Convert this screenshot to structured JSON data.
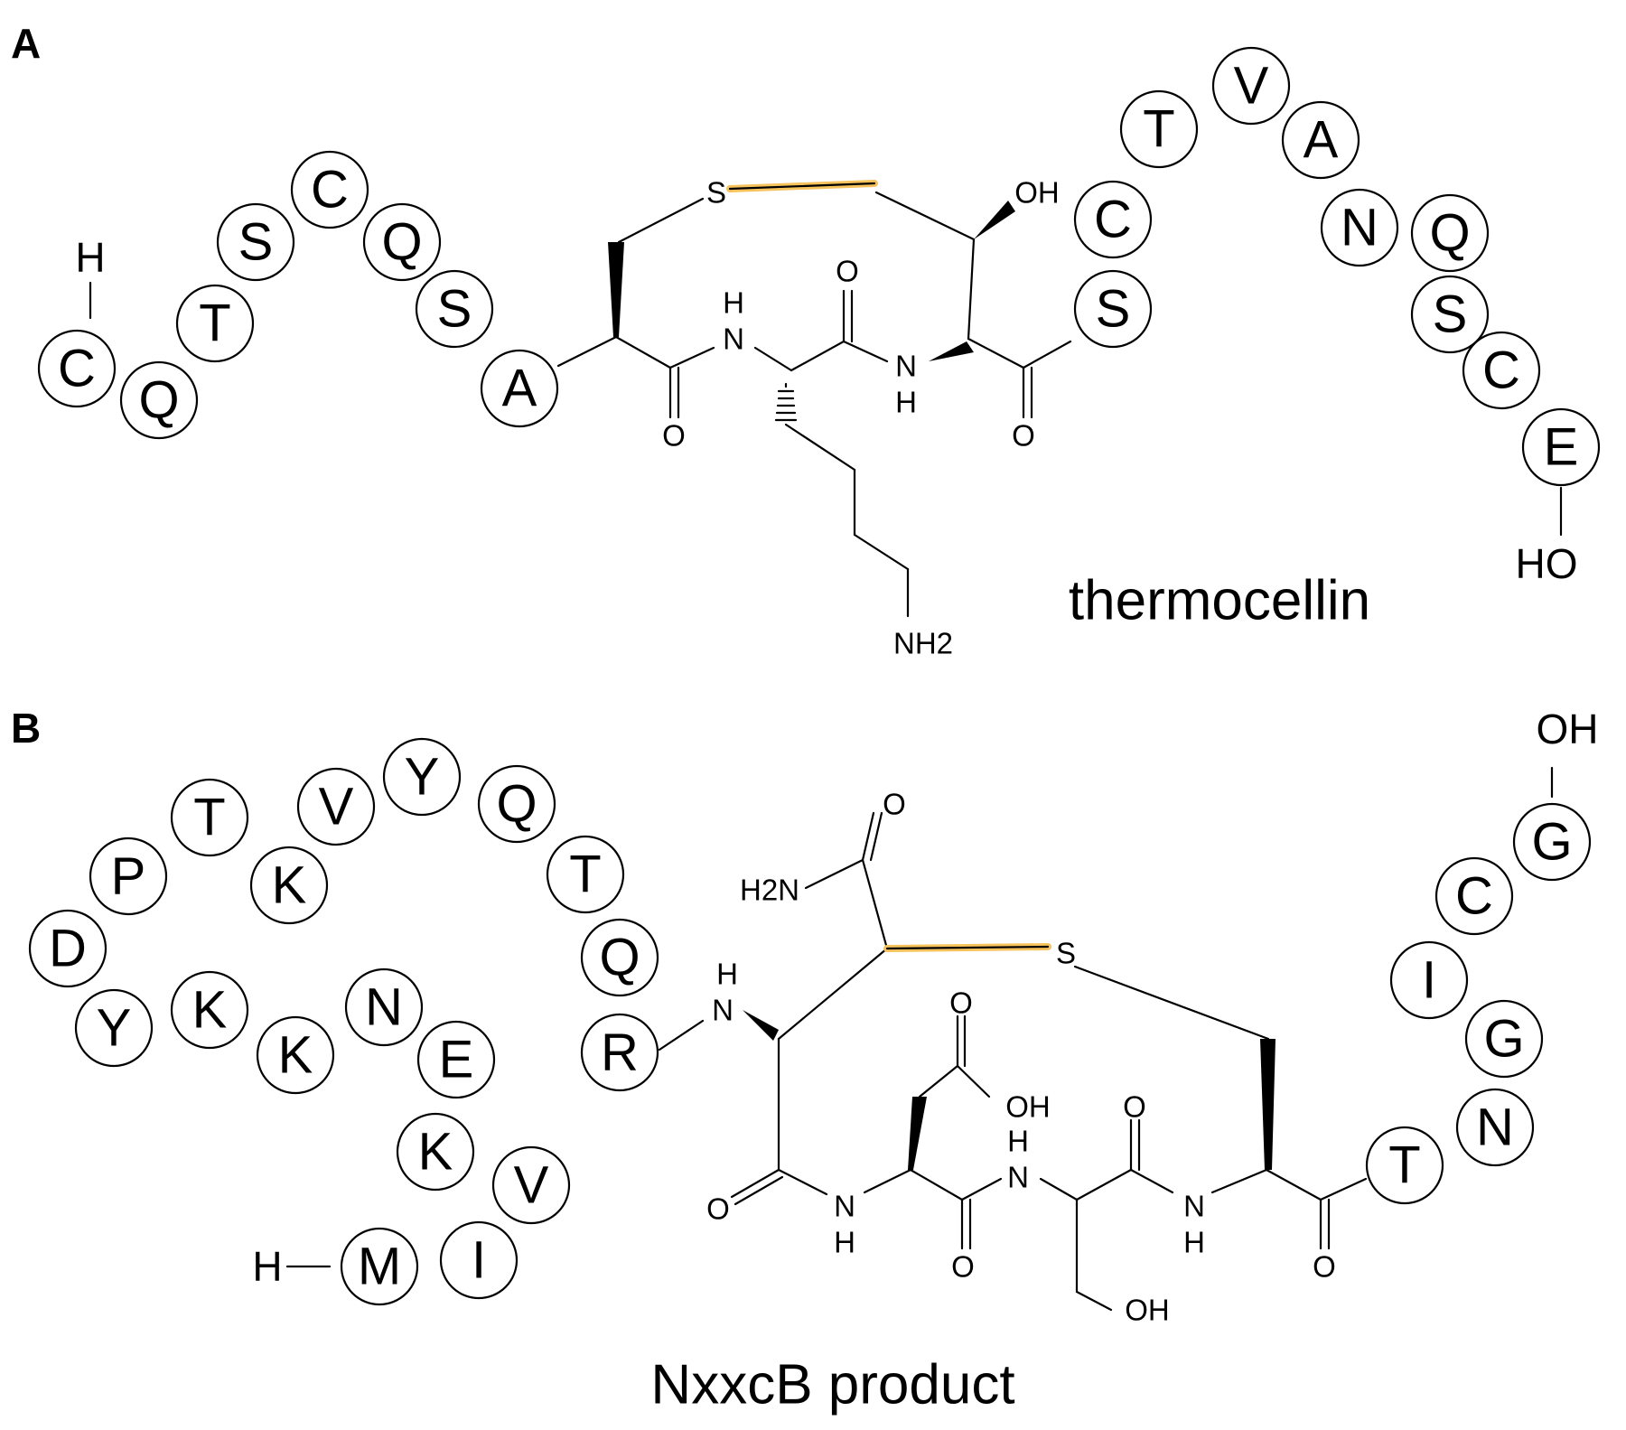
{
  "panels": [
    {
      "label": "A",
      "name": "thermocellin",
      "n_term": "H",
      "c_term": "HO",
      "residues": [
        "C",
        "Q",
        "T",
        "S",
        "C",
        "Q",
        "S",
        "A",
        "S",
        "C",
        "T",
        "V",
        "A",
        "N",
        "Q",
        "S",
        "C",
        "E"
      ],
      "atoms": [
        "S",
        "OH",
        "O",
        "H",
        "N",
        "O",
        "N",
        "H",
        "O",
        "O",
        "NH2"
      ]
    },
    {
      "label": "B",
      "name": "NxxcB product",
      "n_term": "H",
      "c_term": "OH",
      "residues": [
        "M",
        "I",
        "V",
        "K",
        "E",
        "N",
        "K",
        "K",
        "Y",
        "D",
        "P",
        "T",
        "K",
        "V",
        "Y",
        "Q",
        "T",
        "Q",
        "R",
        "T",
        "N",
        "G",
        "I",
        "C",
        "G"
      ],
      "atoms": [
        "H2N",
        "O",
        "S",
        "H",
        "N",
        "O",
        "OH",
        "O",
        "N",
        "H",
        "O",
        "H",
        "N",
        "O",
        "N",
        "H",
        "O",
        "OH"
      ]
    }
  ],
  "colors": {
    "thioether_highlight": "#f5c25c",
    "line": "#000000",
    "background": "#ffffff"
  }
}
